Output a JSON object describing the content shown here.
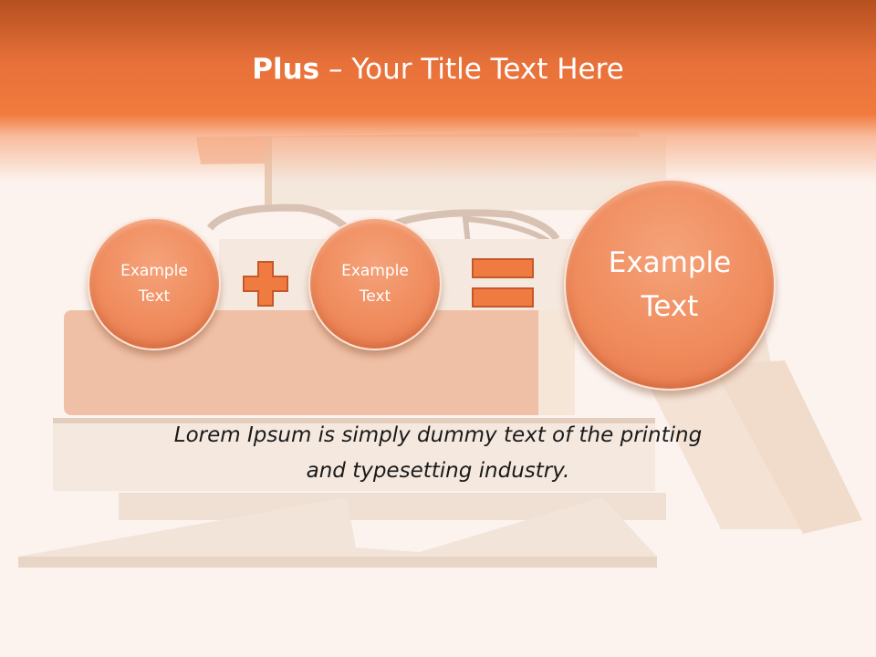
{
  "slide": {
    "title_bold": "Plus",
    "title_rest": " – Your Title Text Here",
    "circles": [
      {
        "line1": "Example",
        "line2": "Text"
      },
      {
        "line1": "Example",
        "line2": "Text"
      },
      {
        "line1": "Example",
        "line2": "Text"
      }
    ],
    "operators": {
      "first": "plus-icon",
      "second": "equals-icon"
    },
    "caption_line1": "Lorem Ipsum is simply dummy text of the printing",
    "caption_line2": "and typesetting industry."
  },
  "colors": {
    "accent": "#f17a3e",
    "circle": "#ef8a5b",
    "operator": "#f07b40",
    "background": "#fcf3ef"
  }
}
